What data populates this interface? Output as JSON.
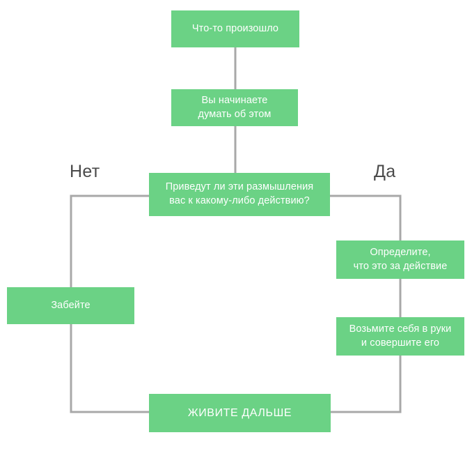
{
  "diagram": {
    "title": "Что-то произошло",
    "line_color": "#A8A8A8",
    "node_color": "#6BD285",
    "node_text_color": "#FFFFFF",
    "label_text_color": "#4A4A4A",
    "background_color": "#FFFFFF",
    "nodes": [
      {
        "id": "start",
        "label": "Что-то произошло"
      },
      {
        "id": "thinking",
        "label": "Вы начинаете\nдумать об этом"
      },
      {
        "id": "decision",
        "label": "Приведут ли эти размышления\nвас к какому-либо действию?"
      },
      {
        "id": "identify",
        "label": "Определите,\nчто это за действие"
      },
      {
        "id": "act",
        "label": "Возьмите себя в руки\nи совершите его"
      },
      {
        "id": "forget",
        "label": "Забейте"
      },
      {
        "id": "live",
        "label": "ЖИВИТЕ ДАЛЬШЕ"
      }
    ],
    "branch_labels": {
      "no": "Нет",
      "yes": "Да"
    },
    "edges": [
      {
        "from": "start",
        "to": "thinking",
        "label": ""
      },
      {
        "from": "thinking",
        "to": "decision",
        "label": ""
      },
      {
        "from": "decision",
        "to": "forget",
        "label": "Нет"
      },
      {
        "from": "decision",
        "to": "identify",
        "label": "Да"
      },
      {
        "from": "identify",
        "to": "act",
        "label": ""
      },
      {
        "from": "forget",
        "to": "live",
        "label": ""
      },
      {
        "from": "act",
        "to": "live",
        "label": ""
      }
    ]
  }
}
